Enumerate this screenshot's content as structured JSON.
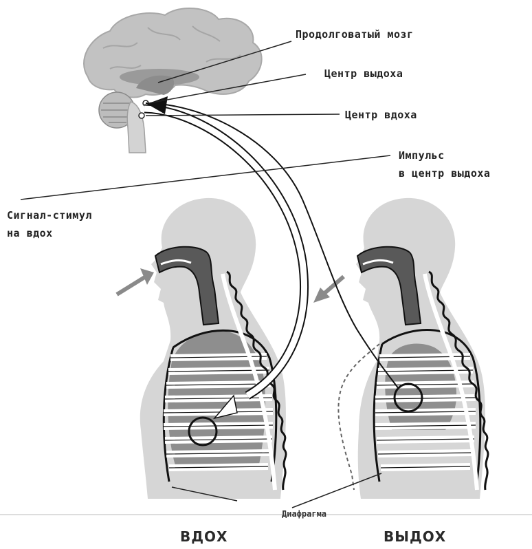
{
  "labels": {
    "medulla": "Продолговатый мозг",
    "exhale_center": "Центр выдоха",
    "inhale_center": "Центр вдоха",
    "impulse_line1": "Импульс",
    "impulse_line2": "в центр выдоха",
    "signal_line1": "Сигнал-стимул",
    "signal_line2": "на вдох",
    "diaphragm": "Диафрагма"
  },
  "captions": {
    "inhale": "ВДОХ",
    "exhale": "ВЫДОХ"
  },
  "colors": {
    "skin": "#d6d6d6",
    "brain": "#c2c2c2",
    "airway": "#595959",
    "lung": "#8e8e8e",
    "outline": "#111111",
    "arrow_gray": "#8a8a8a"
  }
}
